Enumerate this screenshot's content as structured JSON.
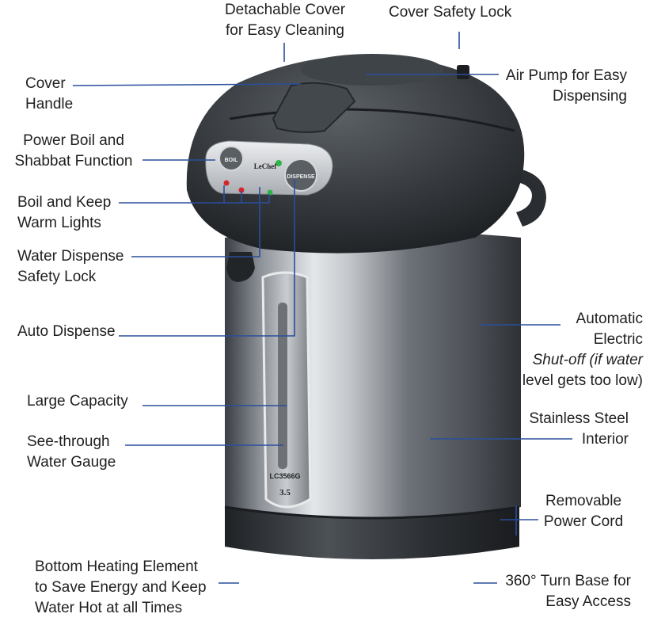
{
  "colors": {
    "leader": "#2a4f9c",
    "text": "#1f1f1f",
    "body_dark": "#2f3336",
    "steel_light": "#e2e5e8",
    "steel_dark": "#3d4147"
  },
  "labels": {
    "detachable_cover": [
      "Detachable Cover",
      "for Easy Cleaning"
    ],
    "cover_safety_lock": [
      "Cover Safety Lock"
    ],
    "cover_handle": [
      "Cover",
      "Handle"
    ],
    "air_pump": [
      "Air Pump for Easy",
      "Dispensing"
    ],
    "power_boil": [
      "Power Boil and",
      "Shabbat Function"
    ],
    "boil_keep_warm": [
      "Boil and Keep",
      "Warm Lights"
    ],
    "water_dispense_lock": [
      "Water Dispense",
      "Safety Lock"
    ],
    "auto_dispense": [
      "Auto Dispense"
    ],
    "automatic_shutoff": [
      "Automatic",
      "Electric",
      "Shut-off",
      " (if water",
      "level gets too low)"
    ],
    "large_capacity": [
      "Large Capacity"
    ],
    "water_gauge": [
      "See-through",
      "Water Gauge"
    ],
    "stainless_interior": [
      "Stainless Steel",
      "Interior"
    ],
    "power_cord": [
      "Removable",
      "Power Cord"
    ],
    "bottom_heating": [
      "Bottom Heating Element",
      "to Save Energy and Keep",
      "Water Hot at all Times"
    ],
    "turn_base": [
      "360° Turn Base for",
      "Easy Access"
    ]
  },
  "product": {
    "brand": "LeChef",
    "boil_button": "BOIL",
    "dispense_button": "DISPENSE",
    "model": "LC3566G",
    "capacity": "3.5"
  }
}
